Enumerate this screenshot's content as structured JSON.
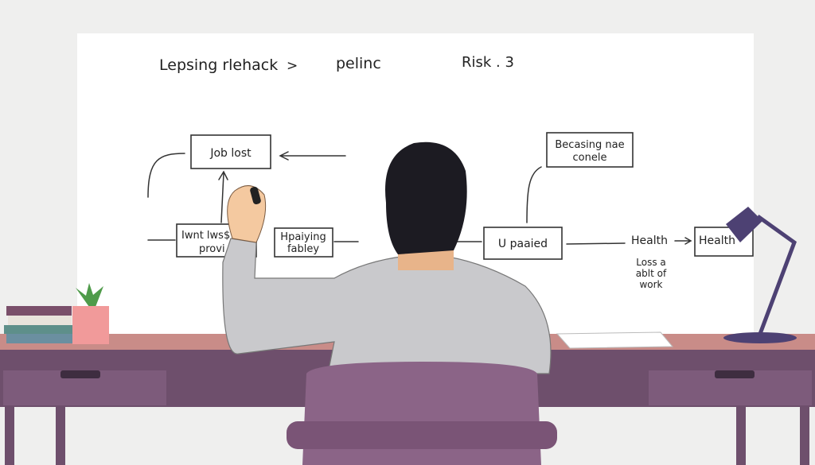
{
  "whiteboard": {
    "heading": {
      "left": "Lepsing rlehack",
      "arrow": ">",
      "middle": "pelinc",
      "right": "Risk . 3"
    },
    "boxes": {
      "job_lost": "Job lost",
      "iwnt_line1": "Iwnt lws$",
      "iwnt_line2": "provi",
      "happaiying_line1": "Hpaiying",
      "happaiying_line2": "fabley",
      "becasing_line1": "Becasing nae",
      "becasing_line2": "conele",
      "upaaied": "U paaied",
      "health_box": "Health"
    },
    "labels": {
      "health": "Health",
      "loss_line1": "Loss a",
      "loss_line2": "ablt of",
      "loss_line3": "work"
    }
  },
  "colors": {
    "background": "#efefee",
    "whiteboard": "#ffffff",
    "desk_top": "#c98c88",
    "desk_drawers": "#7d5b7b",
    "chair": "#8b6487",
    "shirt": "#c9c9cc",
    "hair": "#1c1b22",
    "skin": "#f4c9a0",
    "lamp": "#4d4173",
    "pot": "#f19a9a",
    "plant": "#4f9b4a"
  }
}
